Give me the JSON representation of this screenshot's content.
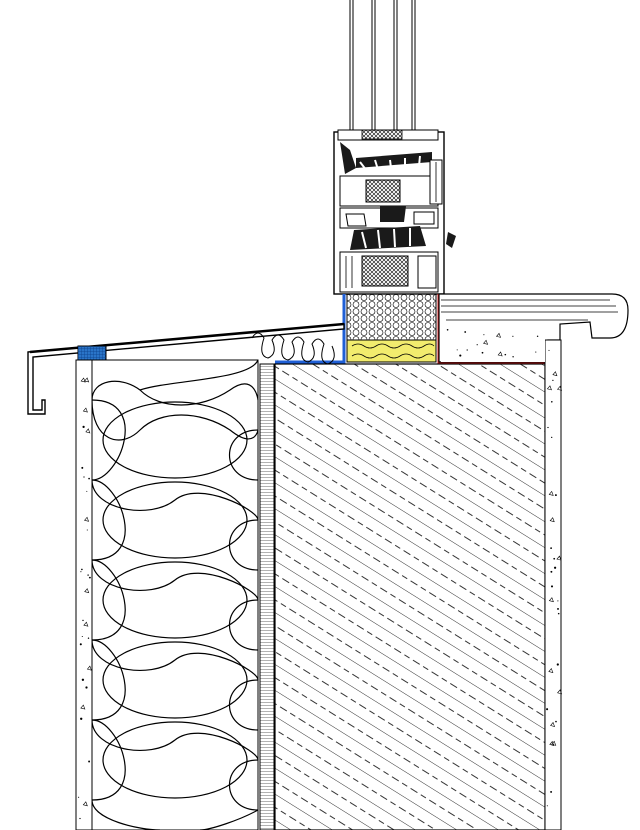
{
  "drawing": {
    "kind": "construction-detail-section",
    "colors": {
      "line": "#000000",
      "background": "#ffffff",
      "membrane_inner": "#1f5fd6",
      "membrane_outer": "#d21e1e",
      "sealing_tape": "#f2ec6e",
      "insulation_block": "#2a74c8",
      "gasket": "#1a1a1a"
    },
    "components": [
      {
        "id": "glazing",
        "icon": "glass-panes-icon"
      },
      {
        "id": "window-frame",
        "icon": "frame-profile-icon"
      },
      {
        "id": "foam-filler",
        "icon": "circle-pattern-icon"
      },
      {
        "id": "sealing-tape",
        "icon": "yellow-tape-icon"
      },
      {
        "id": "inner-membrane",
        "icon": "blue-membrane-icon"
      },
      {
        "id": "outer-membrane",
        "icon": "red-membrane-icon"
      },
      {
        "id": "external-sill",
        "icon": "sill-flashing-icon"
      },
      {
        "id": "internal-sill",
        "icon": "window-board-icon"
      },
      {
        "id": "thermal-insulation",
        "icon": "quilt-insulation-icon"
      },
      {
        "id": "masonry-wall",
        "icon": "hatch-pattern-icon"
      },
      {
        "id": "plaster",
        "icon": "speckle-pattern-icon"
      }
    ]
  }
}
